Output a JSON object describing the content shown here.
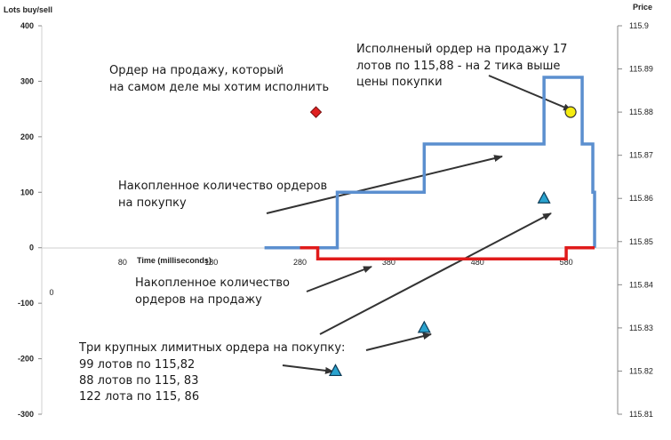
{
  "chart_data": {
    "type": "line",
    "left_axis": {
      "title": "Lots buy/sell",
      "ticks": [
        400,
        300,
        200,
        100,
        0,
        -100,
        -200,
        -300
      ],
      "range": [
        -300,
        400
      ]
    },
    "right_axis": {
      "title": "Price",
      "ticks": [
        "115.9",
        "115.89",
        "115.88",
        "115.87",
        "115.86",
        "115.85",
        "115.84",
        "115.83",
        "115.82",
        "115.81"
      ],
      "range": [
        115.81,
        115.9
      ]
    },
    "x_axis": {
      "title": "Time (milliseconds)",
      "ticks": [
        "0",
        "80",
        "180",
        "280",
        "380",
        "480",
        "580"
      ],
      "range": [
        0,
        630
      ]
    },
    "grid": false,
    "series": [
      {
        "name": "Накопленное количество ордеров на покупку",
        "color": "#5b8fcf",
        "points": [
          [
            240,
            0
          ],
          [
            322,
            0
          ],
          [
            322,
            100
          ],
          [
            420,
            100
          ],
          [
            420,
            187
          ],
          [
            555,
            187
          ],
          [
            555,
            307
          ],
          [
            598,
            307
          ],
          [
            598,
            187
          ],
          [
            610,
            187
          ],
          [
            610,
            100
          ],
          [
            612,
            100
          ],
          [
            612,
            0
          ]
        ]
      },
      {
        "name": "Накопленное количество ордеров на продажу",
        "color": "#e01b1b",
        "points": [
          [
            280,
            0
          ],
          [
            300,
            0
          ],
          [
            300,
            -20
          ],
          [
            580,
            -20
          ],
          [
            580,
            0
          ],
          [
            612,
            0
          ]
        ]
      }
    ],
    "markers": [
      {
        "shape": "diamond",
        "color": "#e02020",
        "x": 298,
        "price": 115.88
      },
      {
        "shape": "circle",
        "color": "#f5ec10",
        "x": 585,
        "price": 115.88
      },
      {
        "shape": "triangle",
        "color": "#2aa3cf",
        "x": 555,
        "price": 115.86
      },
      {
        "shape": "triangle",
        "color": "#2aa3cf",
        "x": 420,
        "price": 115.83
      },
      {
        "shape": "triangle",
        "color": "#2aa3cf",
        "x": 320,
        "price": 115.82
      }
    ],
    "annotations": [
      {
        "lines": [
          "Ордер на продажу, который",
          "на самом деле мы хотим исполнить"
        ]
      },
      {
        "lines": [
          "Исполненый ордер на продажу 17",
          "лотов по 115,88 - на 2 тика выше",
          "цены покупки"
        ]
      },
      {
        "lines": [
          "Накопленное количество ордеров",
          "на покупку"
        ]
      },
      {
        "lines": [
          "Накопленное количество",
          "ордеров на продажу"
        ]
      },
      {
        "lines": [
          "Три крупных лимитных ордера на покупку:",
          "99 лотов по 115,82",
          "88 лотов по 115, 83",
          "122 лота по 115, 86"
        ]
      }
    ]
  }
}
